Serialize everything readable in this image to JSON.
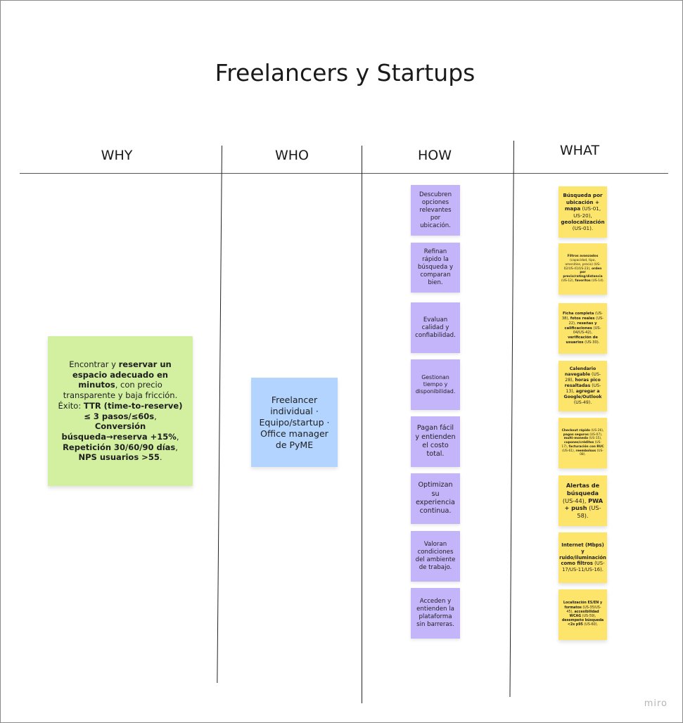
{
  "board": {
    "title": "Freelancers y Startups",
    "watermark": "miro"
  },
  "columns": {
    "why": "WHY",
    "who": "WHO",
    "how": "HOW",
    "what": "WHAT"
  },
  "why_note": {
    "parts": [
      {
        "t": "Encontrar y ",
        "b": false
      },
      {
        "t": "reservar un espacio adecuado en minutos",
        "b": true
      },
      {
        "t": ", con precio transparente y baja fricción. Éxito: ",
        "b": false
      },
      {
        "t": "TTR (time-to-reserve) ≤ 3 pasos/≤60s",
        "b": true
      },
      {
        "t": ", ",
        "b": false
      },
      {
        "t": "Conversión búsqueda→reserva +15%",
        "b": true
      },
      {
        "t": ", ",
        "b": false
      },
      {
        "t": "Repetición 30/60/90 días",
        "b": true
      },
      {
        "t": ", ",
        "b": false
      },
      {
        "t": "NPS usuarios >55",
        "b": true
      },
      {
        "t": ".",
        "b": false
      }
    ]
  },
  "who_note": {
    "text": "Freelancer individual · Equipo/startup · Office manager de PyME"
  },
  "how_notes": [
    {
      "text": "Descubren opciones relevantes por ubicación."
    },
    {
      "text": "Refinan rápido la búsqueda y comparan bien."
    },
    {
      "text": "Evaluan calidad y confiabilidad."
    },
    {
      "text": "Gestionan tiempo y disponibilidad."
    },
    {
      "text": "Pagan fácil y entienden el costo total."
    },
    {
      "text": "Optimizan su experiencia continua."
    },
    {
      "text": "Valoran condiciones del ambiente de trabajo."
    },
    {
      "text": "Acceden y entienden la plataforma sin barreras."
    }
  ],
  "what_notes": [
    {
      "parts": [
        {
          "t": "Búsqueda por ubicación + mapa",
          "b": true
        },
        {
          "t": " (US-01, US-20), ",
          "b": false
        },
        {
          "t": "geolocalización",
          "b": true
        },
        {
          "t": " (US-01).",
          "b": false
        }
      ]
    },
    {
      "parts": [
        {
          "t": "Filtros avanzados",
          "b": true
        },
        {
          "t": " (capacidad, tipo, amenities, precio) (US-02/US-41/US-23), ",
          "b": false
        },
        {
          "t": "orden por precio/rating/distancia",
          "b": true
        },
        {
          "t": " (US-12), ",
          "b": false
        },
        {
          "t": "favoritos",
          "b": true
        },
        {
          "t": " (US-14).",
          "b": false
        }
      ]
    },
    {
      "parts": [
        {
          "t": "Ficha completa",
          "b": true
        },
        {
          "t": " (US-38), ",
          "b": false
        },
        {
          "t": "fotos reales",
          "b": true
        },
        {
          "t": " (US-22), ",
          "b": false
        },
        {
          "t": "reseñas y calificaciones",
          "b": true
        },
        {
          "t": " (US-04/US-42), ",
          "b": false
        },
        {
          "t": "verificación de usuarios",
          "b": true
        },
        {
          "t": " (US-30).",
          "b": false
        }
      ]
    },
    {
      "parts": [
        {
          "t": "Calendario navegable",
          "b": true
        },
        {
          "t": " (US-28), ",
          "b": false
        },
        {
          "t": "horas pico resaltadas",
          "b": true
        },
        {
          "t": " (US-13), ",
          "b": false
        },
        {
          "t": "agregar a Google/Outlook",
          "b": true
        },
        {
          "t": " (US-49).",
          "b": false
        }
      ]
    },
    {
      "parts": [
        {
          "t": "Checkout rápido",
          "b": true
        },
        {
          "t": " (US-26), ",
          "b": false
        },
        {
          "t": "pagos seguros",
          "b": true
        },
        {
          "t": " (US-07), ",
          "b": false
        },
        {
          "t": "multi-moneda",
          "b": true
        },
        {
          "t": " (US-15), ",
          "b": false
        },
        {
          "t": "cupones/créditos",
          "b": true
        },
        {
          "t": " (US-17), ",
          "b": false
        },
        {
          "t": "facturación con RUC",
          "b": true
        },
        {
          "t": " (US-61), ",
          "b": false
        },
        {
          "t": "reembolsos",
          "b": true
        },
        {
          "t": " (US-08).",
          "b": false
        }
      ]
    },
    {
      "parts": [
        {
          "t": "Alertas de búsqueda",
          "b": true
        },
        {
          "t": " (US-44), ",
          "b": false
        },
        {
          "t": "PWA + push",
          "b": true
        },
        {
          "t": " (US-58).",
          "b": false
        }
      ]
    },
    {
      "parts": [
        {
          "t": "Internet (Mbps) y ruido/iluminación como filtros",
          "b": true
        },
        {
          "t": " (US-17/US-11/US-16).",
          "b": false
        }
      ]
    },
    {
      "parts": [
        {
          "t": "Localización ES/EN y formatos",
          "b": true
        },
        {
          "t": " (US-35/US-45), ",
          "b": false
        },
        {
          "t": "accesibilidad WCAG",
          "b": true
        },
        {
          "t": " (US-59), ",
          "b": false
        },
        {
          "t": "desempeño búsqueda <2s p95",
          "b": true
        },
        {
          "t": " (US-60).",
          "b": false
        }
      ]
    }
  ],
  "colors": {
    "why": "#d2f0a0",
    "who": "#b3d4ff",
    "how": "#c4b5fb",
    "what": "#fde56b"
  }
}
